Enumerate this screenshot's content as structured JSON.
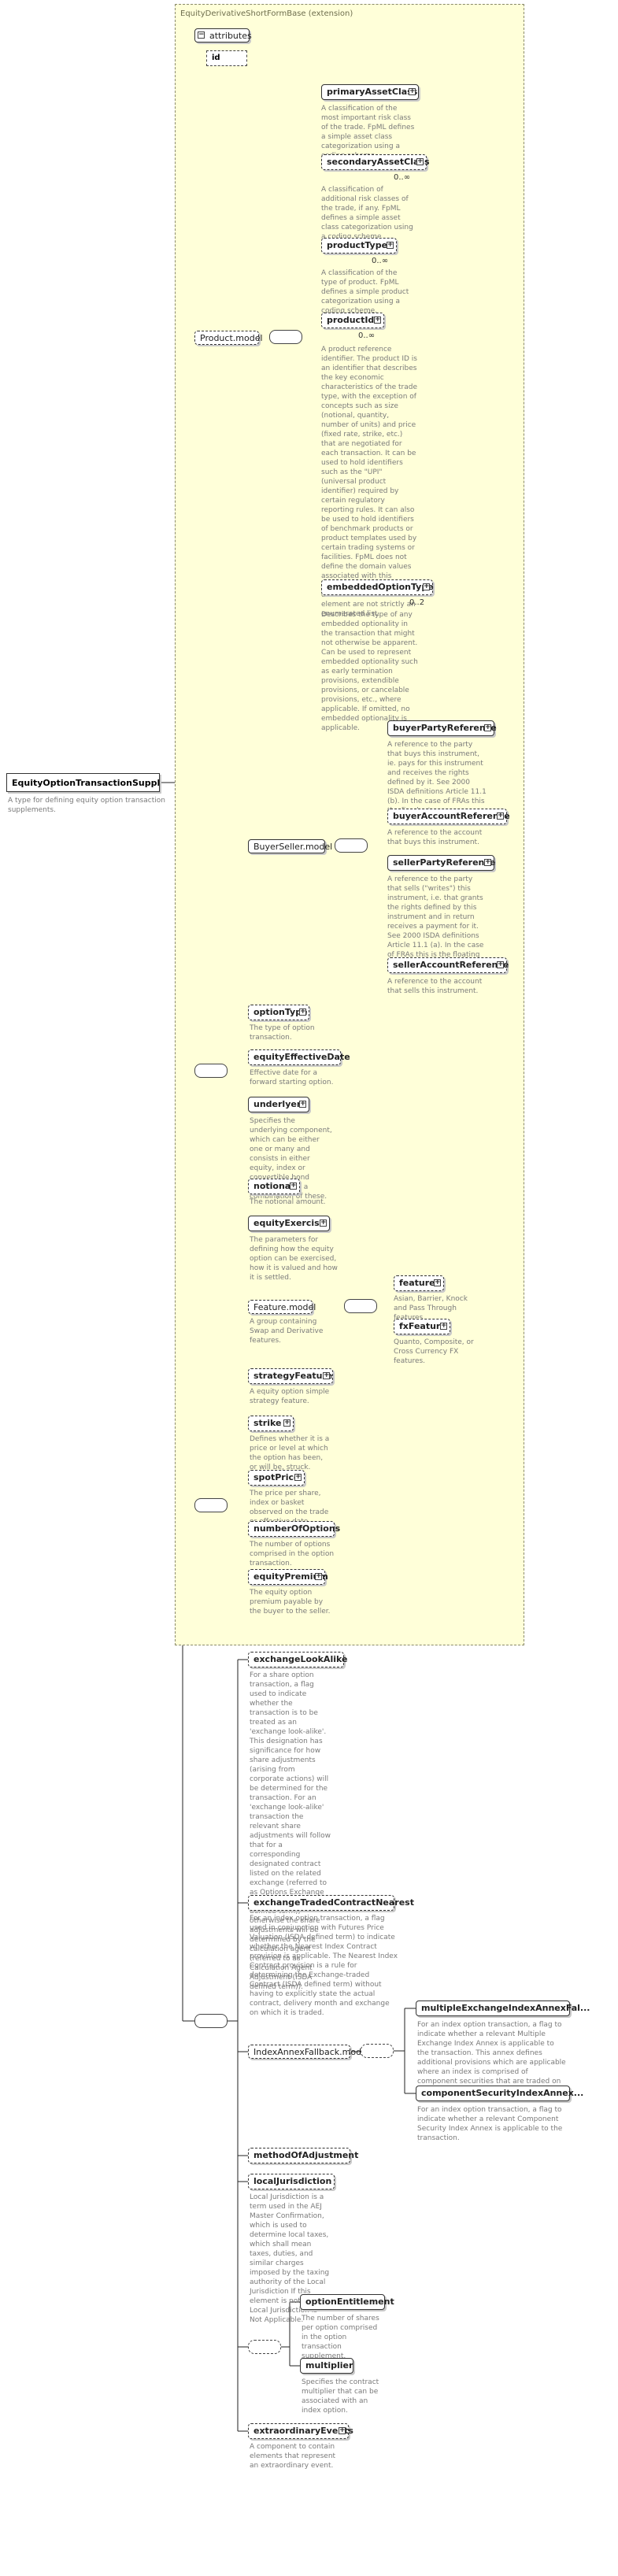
{
  "root": {
    "label": "EquityOptionTransactionSupple...",
    "description": "A type for defining equity option transaction supplements."
  },
  "extension": {
    "title": "EquityDerivativeShortFormBase (extension)",
    "attributes_label": "attributes",
    "attribute_id": "id"
  },
  "product_model": {
    "label": "Product.model",
    "elements": [
      {
        "name": "primaryAssetClass",
        "desc": "A classification of the most important risk class of the trade. FpML defines a simple asset class categorization using a coding scheme."
      },
      {
        "name": "secondaryAssetClass",
        "occ": "0..∞",
        "desc": "A classification of additional risk classes of the trade, if any. FpML defines a simple asset class categorization using a coding scheme."
      },
      {
        "name": "productType",
        "occ": "0..∞",
        "desc": "A classification of the type of product. FpML defines a simple product categorization using a coding scheme."
      },
      {
        "name": "productId",
        "occ": "0..∞",
        "desc": "A product reference identifier. The product ID is an identifier that describes the key economic characteristics of the trade type, with the exception of concepts such as size (notional, quantity, number of units) and price (fixed rate, strike, etc.) that are negotiated for each transaction. It can be used to hold identifiers such as the \"UPI\" (universal product identifier) required by certain regulatory reporting rules. It can also be used to hold identifiers of benchmark products or product templates used by certain trading systems or facilities. FpML does not define the domain values associated with this element. Note that the domain values for this element are not strictly an enumerated list."
      },
      {
        "name": "embeddedOptionType",
        "occ": "0..2",
        "desc": "Describes the type of any embedded optionality in the transaction that might not otherwise be apparent. Can be used to represent embedded optionality such as early termination provisions, extendible provisions, or cancelable provisions, etc., where applicable. If omitted, no embedded optionality is applicable."
      }
    ]
  },
  "buyer_seller_model": {
    "label": "BuyerSeller.model",
    "elements": [
      {
        "name": "buyerPartyReference",
        "desc": "A reference to the party that buys this instrument, ie. pays for this instrument and receives the rights defined by it. See 2000 ISDA definitions Article 11.1 (b). In the case of FRAs this the fixed rate payer."
      },
      {
        "name": "buyerAccountReference",
        "desc": "A reference to the account that buys this instrument."
      },
      {
        "name": "sellerPartyReference",
        "desc": "A reference to the party that sells (\"writes\") this instrument, i.e. that grants the rights defined by this instrument and in return receives a payment for it. See 2000 ISDA definitions Article 11.1 (a). In the case of FRAs this is the floating rate payer."
      },
      {
        "name": "sellerAccountReference",
        "desc": "A reference to the account that sells this instrument."
      }
    ]
  },
  "base_elements": [
    {
      "name": "optionType",
      "desc": "The type of option transaction."
    },
    {
      "name": "equityEffectiveDate",
      "desc": "Effective date for a forward starting option."
    },
    {
      "name": "underlyer",
      "desc": "Specifies the underlying component, which can be either one or many and consists in either equity, index or convertible bond component, or a combination of these."
    },
    {
      "name": "notional",
      "desc": "The notional amount."
    },
    {
      "name": "equityExercise",
      "desc": "The parameters for defining how the equity option can be exercised, how it is valued and how it is settled."
    }
  ],
  "feature_model": {
    "label": "Feature.model",
    "desc": "A group containing Swap and Derivative features.",
    "elements": [
      {
        "name": "feature",
        "desc": "Asian, Barrier, Knock and Pass Through features."
      },
      {
        "name": "fxFeature",
        "desc": "Quanto, Composite, or Cross Currency FX features."
      }
    ]
  },
  "strategy_feature": {
    "name": "strategyFeature",
    "desc": "A equity option simple strategy feature."
  },
  "option_elements": [
    {
      "name": "strike",
      "desc": "Defines whether it is a price or level at which the option has been, or will be, struck."
    },
    {
      "name": "spotPrice",
      "desc": "The price per share, index or basket observed on the trade or effective date."
    },
    {
      "name": "numberOfOptions",
      "desc": "The number of options comprised in the option transaction."
    },
    {
      "name": "equityPremium",
      "desc": "The equity option premium payable by the buyer to the seller."
    }
  ],
  "supplement_elements": {
    "exchangeLookAlike": {
      "name": "exchangeLookAlike",
      "desc": "For a share option transaction, a flag used to indicate whether the transaction is to be treated as an 'exchange look-alike'. This designation has significance for how share adjustments (arising from corporate actions) will be determined for the transaction. For an 'exchange look-alike' transaction the relevant share adjustments will follow that for a corresponding designated contract listed on the related exchange (referred to as Options Exchange Adjustment (ISDA defined term), otherwise the share adjustments will be determined by the calculation agent (referred to as Calculation Agent Adjustment (ISDA defined term))."
    },
    "exchangeTradedContractNearest": {
      "name": "exchangeTradedContractNearest",
      "desc": "For an index option transaction, a flag used in conjunction with Futures Price Valuation (ISDA defined term) to indicate whether the Nearest Index Contract provision is applicable. The Nearest Index Contract provision is a rule for determining the Exchange-traded Contract (ISDA defined term) without having to explicitly state the actual contract, delivery month and exchange on which it is traded."
    },
    "indexAnnexFallback": {
      "label": "IndexAnnexFallback.model",
      "elements": [
        {
          "name": "multipleExchangeIndexAnnexFal...",
          "desc": "For an index option transaction, a flag to indicate whether a relevant Multiple Exchange Index Annex is applicable to the transaction. This annex defines additional provisions which are applicable where an index is comprised of component securities that are traded on multiple exchanges."
        },
        {
          "name": "componentSecurityIndexAnnex...",
          "desc": "For an index option transaction, a flag to indicate whether a relevant Component Security Index Annex is applicable to the transaction."
        }
      ]
    },
    "methodOfAdjustment": {
      "name": "methodOfAdjustment"
    },
    "localJurisdiction": {
      "name": "localJurisdiction",
      "desc": "Local Jurisdiction is a term used in the AEJ Master Confirmation, which is used to determine local taxes, which shall mean taxes, duties, and similar charges imposed by the taxing authority of the Local Jurisdiction If this element is not present Local Jurisdiction is Not Applicable."
    },
    "choice_elements": [
      {
        "name": "optionEntitlement",
        "desc": "The number of shares per option comprised in the option transaction supplement."
      },
      {
        "name": "multiplier",
        "desc": "Specifies the contract multiplier that can be associated with an index option."
      }
    ],
    "extraordinaryEvents": {
      "name": "extraordinaryEvents",
      "desc": "A component to contain elements that represent an extraordinary event."
    }
  },
  "colors": {
    "extension_fill": "#ffffd9",
    "connector": "#222222",
    "description_text": "#7a7a7a"
  }
}
